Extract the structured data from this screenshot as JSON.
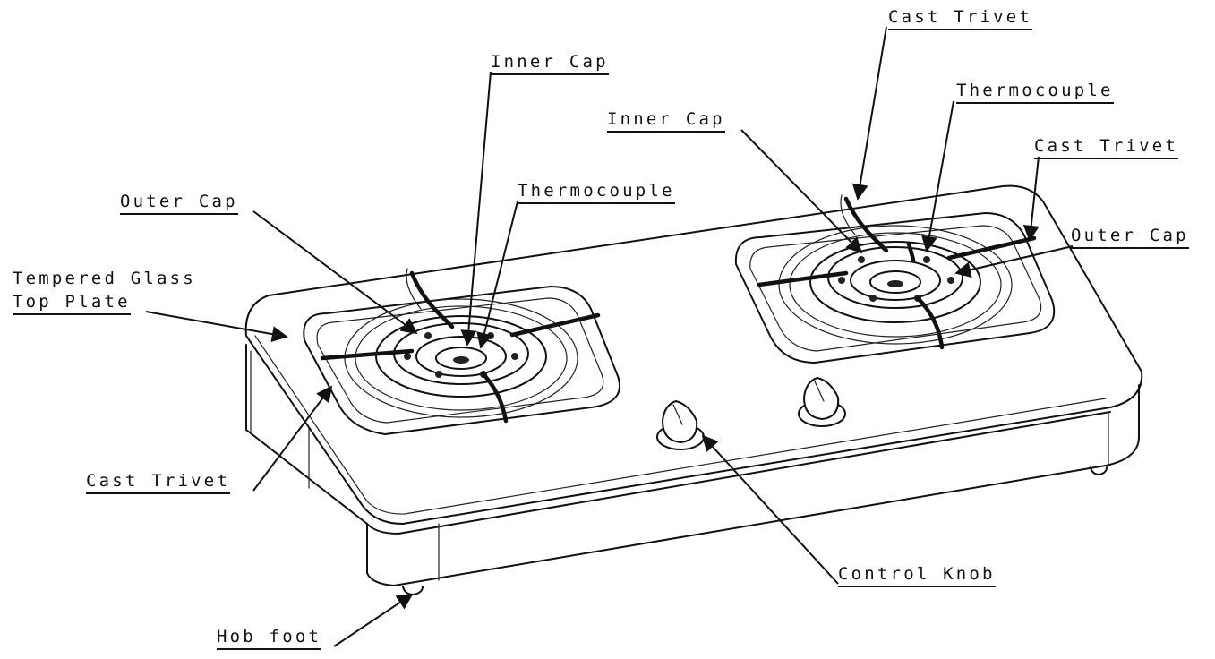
{
  "labels": {
    "cast_trivet_top": "Cast Trivet",
    "inner_cap_left": "Inner Cap",
    "thermocouple_right": "Thermocouple",
    "inner_cap_right": "Inner Cap",
    "cast_trivet_right": "Cast Trivet",
    "thermocouple_left": "Thermocouple",
    "outer_cap_left": "Outer Cap",
    "outer_cap_right": "Outer Cap",
    "tempered_glass_line1": "Tempered Glass",
    "tempered_glass_line2": "Top Plate",
    "cast_trivet_left": "Cast Trivet",
    "control_knob": "Control Knob",
    "hob_foot": "Hob foot"
  }
}
